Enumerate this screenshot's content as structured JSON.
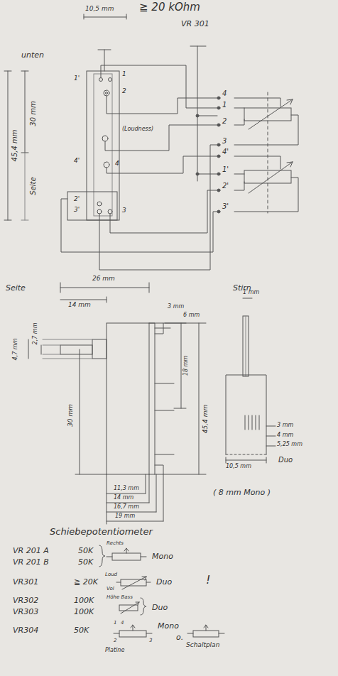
{
  "diagram": {
    "labels": [
      "10,5 mm",
      "≧ 20 kOhm",
      "VR 301",
      "unten",
      "45,4 mm",
      "30 mm",
      "Seite",
      "1'",
      "1",
      "2",
      "4'",
      "(Loudness)",
      "4",
      "2'",
      "3'",
      "3",
      "4",
      "1",
      "2",
      "3",
      "4'",
      "1'",
      "2'",
      "3'",
      "Seite",
      "26 mm",
      "14 mm",
      "4,7 mm",
      "2,7 mm",
      "3 mm",
      "6 mm",
      "18 mm",
      "30 mm",
      "45,4 mm",
      "11,3 mm",
      "14 mm",
      "16,7 mm",
      "19 mm",
      "Stirn",
      "1 mm",
      "3 mm",
      "4 mm",
      "5,25 mm",
      "10,5 mm",
      "Duo",
      "( 8 mm Mono )",
      "Schiebepotentiometer",
      "VR 201 A",
      "VR 201 B",
      "50K",
      "50K",
      "Rechts",
      "Mono",
      "VR301",
      "≧ 20K",
      "Loud",
      "Vol",
      "Duo",
      "!",
      "VR302",
      "VR303",
      "100K",
      "100K",
      "Höhe Bass",
      "Duo",
      "VR304",
      "50K",
      "1",
      "4",
      "2",
      "3",
      "Platine",
      "Mono",
      "o.",
      "Schaltplan"
    ]
  }
}
